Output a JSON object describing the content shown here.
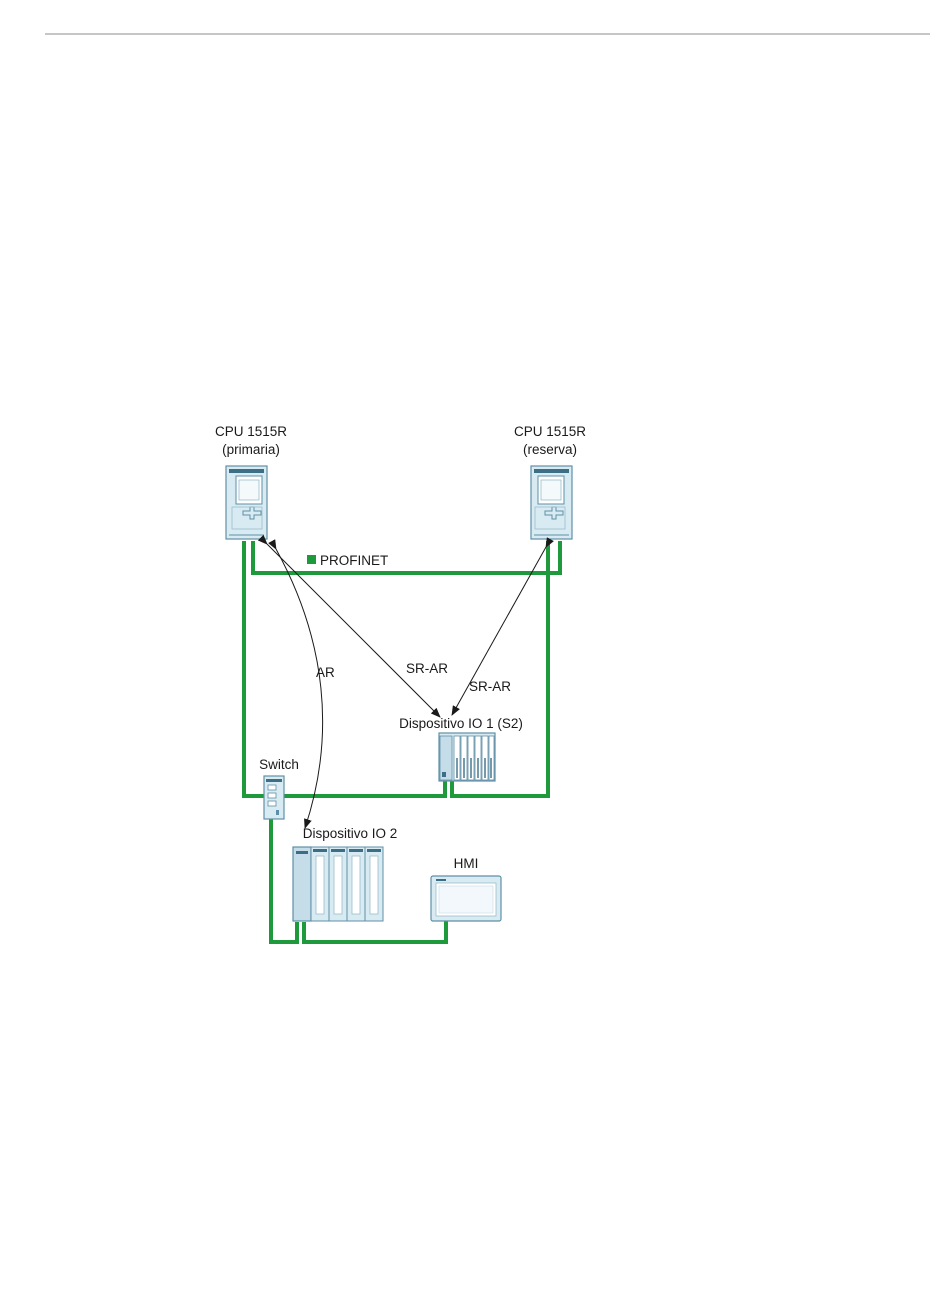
{
  "colors": {
    "network": "#1e9a3c",
    "device_fill": "#d9ebf2",
    "device_stroke": "#5f8fa6",
    "device_dark": "#3c6e86",
    "arrow": "#1a1a1a",
    "rule": "#8c8c8c"
  },
  "cpu_primary": {
    "name": "CPU 1515R",
    "role": "(primaria)"
  },
  "cpu_backup": {
    "name": "CPU 1515R",
    "role": "(reserva)"
  },
  "legend": {
    "label": "PROFINET"
  },
  "connections": {
    "ar": "AR",
    "sr_ar_primary": "SR-AR",
    "sr_ar_backup": "SR-AR"
  },
  "io_device_1": {
    "label": "Dispositivo IO 1 (S2)"
  },
  "io_device_2": {
    "label": "Dispositivo IO 2"
  },
  "switch": {
    "label": "Switch"
  },
  "hmi": {
    "label": "HMI"
  },
  "icons": {
    "cpu": "plc-cpu-icon",
    "io_device": "io-station-icon",
    "switch": "network-switch-icon",
    "hmi": "hmi-panel-icon"
  }
}
